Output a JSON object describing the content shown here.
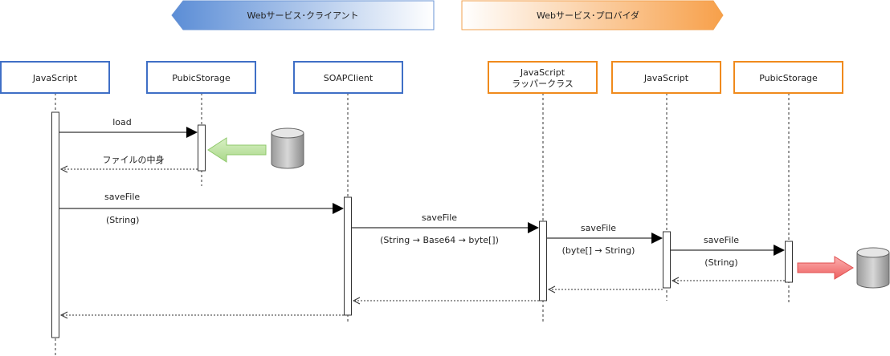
{
  "headers": {
    "client": "Webサービス･クライアント",
    "provider": "Webサービス･プロバイダ"
  },
  "participants": [
    {
      "label": "JavaScript"
    },
    {
      "label": "PubicStorage"
    },
    {
      "label": "SOAPClient"
    },
    {
      "label_line1": "JavaScript",
      "label_line2": "ラッパークラス"
    },
    {
      "label": "JavaScript"
    },
    {
      "label": "PubicStorage"
    }
  ],
  "messages": {
    "load": "load",
    "file_contents": "ファイルの中身",
    "save_file_1": "saveFile",
    "save_file_1_arg": "(String)",
    "save_file_2": "saveFile",
    "save_file_2_arg": "(String → Base64 → byte[])",
    "save_file_3": "saveFile",
    "save_file_3_arg": "(byte[] → String)",
    "save_file_4": "saveFile",
    "save_file_4_arg": "(String)"
  },
  "colors": {
    "client_box": "#3f6fc6",
    "provider_box": "#f08a1c",
    "green_arrow": "#b7de9a",
    "red_arrow": "#f07070"
  }
}
